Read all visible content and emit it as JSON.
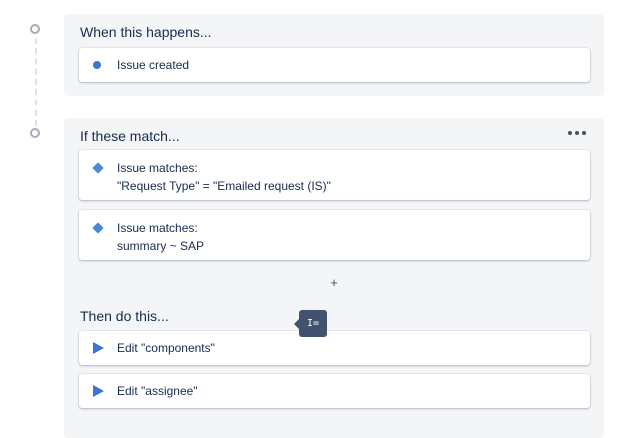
{
  "trigger_section": {
    "title": "When this happens...",
    "items": [
      {
        "icon": "dot-icon",
        "text": "Issue created"
      }
    ]
  },
  "condition_section": {
    "title": "If these match...",
    "items": [
      {
        "icon": "diamond-icon",
        "line1": "Issue matches:",
        "line2": "\"Request Type\" = \"Emailed request (IS)\""
      },
      {
        "icon": "diamond-icon",
        "line1": "Issue matches:",
        "line2": "summary ~ SAP"
      }
    ],
    "add_label": "+"
  },
  "action_section": {
    "title": "Then do this...",
    "items": [
      {
        "icon": "play-icon",
        "text": "Edit \"components\""
      },
      {
        "icon": "play-icon",
        "text": "Edit \"assignee\""
      }
    ]
  },
  "tooltip": {
    "text": "I="
  },
  "colors": {
    "accent": "#3b73d6",
    "section_bg": "#f4f5f7",
    "text": "#172b4d"
  }
}
